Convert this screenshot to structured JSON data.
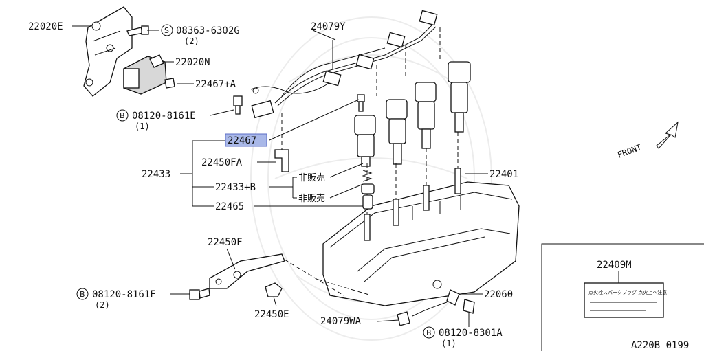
{
  "labels": {
    "p22020E": "22020E",
    "p08363": "08363-6302G",
    "p08363_qty": "(2)",
    "p22020N": "22020N",
    "p22467A": "22467+A",
    "p08120_8161E": "08120-8161E",
    "p08120_8161E_qty": "(1)",
    "p22467": "22467",
    "p22450FA": "22450FA",
    "p22433": "22433",
    "p22433B": "22433+B",
    "p22465": "22465",
    "not_sold_1": "非販売",
    "not_sold_2": "非販売",
    "p24079Y": "24079Y",
    "p22401": "22401",
    "front": "FRONT",
    "p22409M": "22409M",
    "p22450F": "22450F",
    "p08120_8161F": "08120-8161F",
    "p08120_8161F_qty": "(2)",
    "p22450E": "22450E",
    "p22060": "22060",
    "p24079WA": "24079WA",
    "p08120_8301A": "08120-8301A",
    "p08120_8301A_qty": "(1)",
    "diagram_code": "A220B 0199",
    "label_sticker_text": "点火栓スパークプラグ 点火上へ注意"
  },
  "markers": {
    "s": "S",
    "b": "B"
  },
  "highlight_part": "22467",
  "colors": {
    "highlight_fill": "#a9b8e8",
    "line": "#111111",
    "watermark": "#ececec"
  }
}
